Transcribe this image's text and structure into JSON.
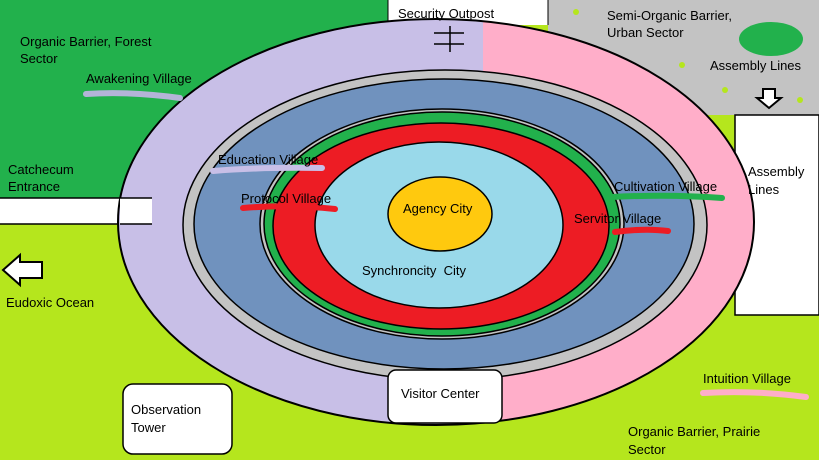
{
  "colors": {
    "forest": "#22B14C",
    "prairie": "#B5E61D",
    "urban": "#C3C3C3",
    "outer_left": "#C8BFE7",
    "outer_right": "#FFAEC9",
    "gray_ring": "#C3C3C3",
    "blue_ring": "#7092BE",
    "green_ring": "#22B14C",
    "red_ring": "#ED1C24",
    "light_blue": "#99D9EA",
    "agency": "#FFC90E",
    "assembly_lines": "#FFFFFF"
  },
  "sectors": {
    "forest": "Organic Barrier, Forest Sector",
    "urban": "Semi-Organic Barrier, Urban Sector",
    "prairie": "Organic Barrier, Prairie Sector"
  },
  "locations": {
    "security_outpost": "Security Outpost",
    "assembly_lines_top": "Assembly Lines",
    "assembly_lines_right": "Assembly Lines",
    "catchecum_entrance": "Catchecum Entrance",
    "eudoxic_ocean": "Eudoxic Ocean",
    "observation_tower": "Observation Tower",
    "visitor_center": "Visitor Center"
  },
  "villages": {
    "awakening": "Awakening Village",
    "education": "Education Village",
    "protocol": "Protocol Village",
    "cultivation": "Cultivation Village",
    "servitor": "Servitor Village",
    "intuition": "Intuition Village"
  },
  "cities": {
    "agency": "Agency City",
    "synchroncity": "Synchroncity  City"
  },
  "icons": {
    "left_arrow": "arrow-left-icon",
    "down_arrow": "arrow-down-icon"
  }
}
